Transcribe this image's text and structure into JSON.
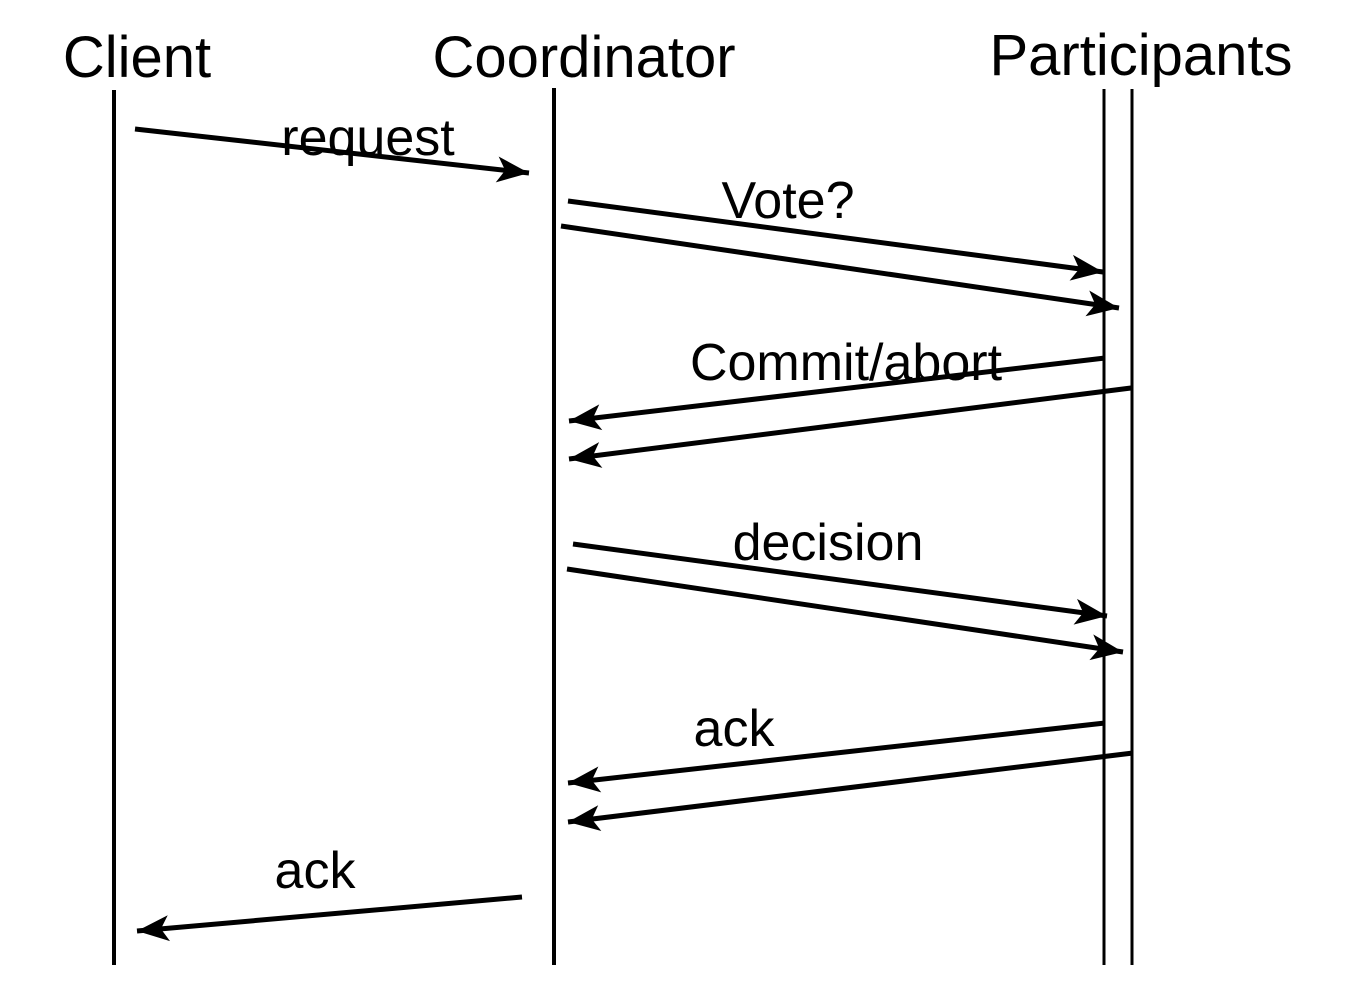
{
  "diagram": {
    "type": "sequence-diagram",
    "colors": {
      "ink": "#000000",
      "background": "#ffffff"
    },
    "actors": [
      {
        "id": "client",
        "label": "Client",
        "lifelines": 1
      },
      {
        "id": "coordinator",
        "label": "Coordinator",
        "lifelines": 1
      },
      {
        "id": "participants",
        "label": "Participants",
        "lifelines": 2
      }
    ],
    "messages": [
      {
        "id": "request",
        "label": "request",
        "from": "Client",
        "to": "Coordinator",
        "arrow_count": 1
      },
      {
        "id": "vote",
        "label": "Vote?",
        "from": "Coordinator",
        "to": "Participants",
        "arrow_count": 2
      },
      {
        "id": "commit-abort",
        "label": "Commit/abort",
        "from": "Participants",
        "to": "Coordinator",
        "arrow_count": 2
      },
      {
        "id": "decision",
        "label": "decision",
        "from": "Coordinator",
        "to": "Participants",
        "arrow_count": 2
      },
      {
        "id": "ack-to-coordinator",
        "label": "ack",
        "from": "Participants",
        "to": "Coordinator",
        "arrow_count": 2
      },
      {
        "id": "ack-to-client",
        "label": "ack",
        "from": "Coordinator",
        "to": "Client",
        "arrow_count": 1
      }
    ]
  }
}
